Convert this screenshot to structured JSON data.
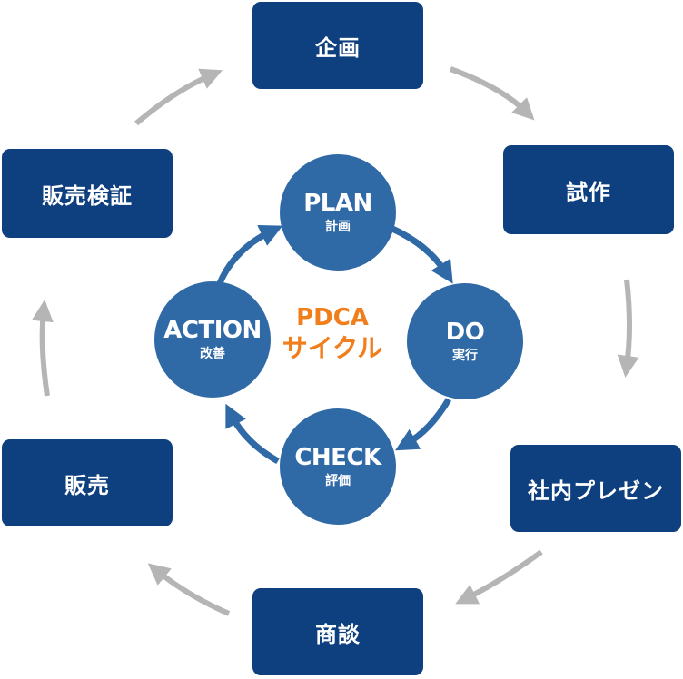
{
  "outer_steps": [
    {
      "id": "kikaku",
      "label": "企画"
    },
    {
      "id": "shisaku",
      "label": "試作"
    },
    {
      "id": "shanai-presen",
      "label": "社内プレゼン"
    },
    {
      "id": "shodan",
      "label": "商談"
    },
    {
      "id": "hanbai",
      "label": "販売"
    },
    {
      "id": "hanbai-kensho",
      "label": "販売検証"
    }
  ],
  "pdca": {
    "title_line1": "PDCA",
    "title_line2": "サイクル",
    "steps": [
      {
        "en": "PLAN",
        "jp": "計画"
      },
      {
        "en": "DO",
        "jp": "実行"
      },
      {
        "en": "CHECK",
        "jp": "評価"
      },
      {
        "en": "ACTION",
        "jp": "改善"
      }
    ]
  },
  "colors": {
    "box": "#0e3f7e",
    "circle": "#2f6aa7",
    "outer_arrow": "#b5b5b5",
    "inner_arrow": "#2f6aa7",
    "accent": "#f07e1b"
  }
}
